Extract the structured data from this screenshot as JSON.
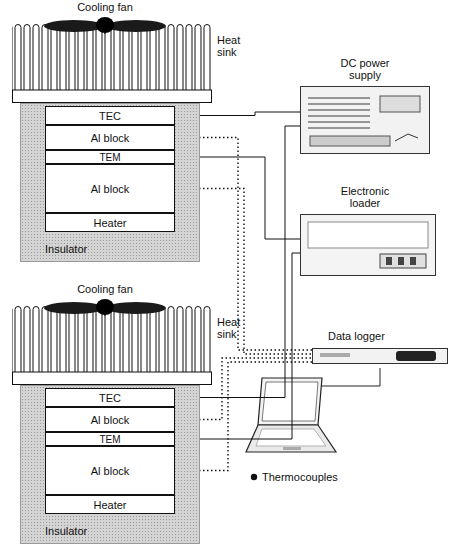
{
  "diagram": {
    "nodes": [
      {
        "text": [
          "Cooling fan"
        ]
      },
      {
        "text": [
          "Heat sink"
        ]
      },
      {
        "text": [
          "Insulator"
        ]
      },
      {
        "text": [
          "TEC"
        ],
        "in": 2
      },
      {
        "text": [
          "Al block"
        ],
        "in": 2
      },
      {
        "text": [
          "TEM"
        ],
        "in": 2
      },
      {
        "text": [
          "Al block"
        ],
        "in": 2
      },
      {
        "text": [
          "Heater"
        ],
        "in": 2
      },
      {
        "text": [
          "DC power supply"
        ]
      },
      {
        "text": [
          "Electronic loader"
        ]
      },
      {
        "text": [
          "Cooling fan"
        ]
      },
      {
        "text": [
          "Heat sink"
        ]
      },
      {
        "text": [
          "Insulator"
        ]
      },
      {
        "text": [
          "TEC"
        ],
        "in": 12
      },
      {
        "text": [
          "Al block"
        ],
        "in": 12
      },
      {
        "text": [
          "TEM"
        ],
        "in": 12
      },
      {
        "text": [
          "Al block"
        ],
        "in": 12
      },
      {
        "text": [
          "Heater"
        ],
        "in": 12
      },
      {
        "text": [
          "Data logger"
        ]
      }
    ],
    "edges": [
      {
        "from": 3,
        "to": 8,
        "arrow": "none"
      },
      {
        "from": 5,
        "to": 9,
        "arrow": "none"
      },
      {
        "from": 13,
        "to": 8,
        "arrow": "none"
      },
      {
        "from": 15,
        "to": 9,
        "arrow": "none"
      },
      {
        "from": 4,
        "to": 18,
        "arrow": "none"
      },
      {
        "from": 6,
        "to": 18,
        "arrow": "none"
      },
      {
        "from": 14,
        "to": 18,
        "arrow": "none"
      },
      {
        "from": 16,
        "to": 18,
        "arrow": "none"
      }
    ],
    "legend": [
      {
        "text": "Thermocouples"
      }
    ]
  }
}
